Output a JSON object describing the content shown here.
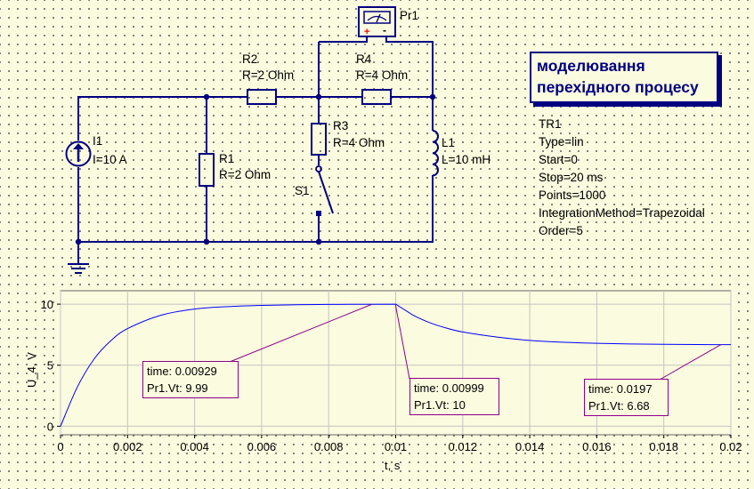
{
  "schematic": {
    "probe": {
      "name": "Pr1",
      "plus": "+",
      "minus": "-"
    },
    "components": {
      "I1": {
        "name": "I1",
        "value": "I=10 A"
      },
      "R1": {
        "name": "R1",
        "value": "R=2 Ohm"
      },
      "R2": {
        "name": "R2",
        "value": "R=2 Ohm"
      },
      "R3": {
        "name": "R3",
        "value": "R=4 Ohm"
      },
      "R4": {
        "name": "R4",
        "value": "R=4 Ohm"
      },
      "L1": {
        "name": "L1",
        "value": "L=10 mH"
      },
      "S1": {
        "name": "S1"
      }
    },
    "title_lines": [
      "моделювання",
      "перехідного процесу"
    ],
    "simulation": {
      "name": "TR1",
      "lines": [
        "Type=lin",
        "Start=0",
        "Stop=20 ms",
        "Points=1000",
        "IntegrationMethod=Trapezoidal",
        "Order=5"
      ]
    }
  },
  "chart_data": {
    "type": "line",
    "xlabel": "t, s",
    "ylabel": "U_4, V",
    "xlim": [
      0,
      0.02
    ],
    "ylim": [
      -0.7,
      11.1
    ],
    "x_ticks": [
      "0",
      "0.002",
      "0.004",
      "0.006",
      "0.008",
      "0.01",
      "0.012",
      "0.014",
      "0.016",
      "0.018",
      "0.02"
    ],
    "y_ticks": [
      "0",
      "5",
      "10"
    ],
    "grid": true,
    "series": [
      {
        "color": "#0000ff",
        "x": [
          0,
          0.0005,
          0.001,
          0.0015,
          0.002,
          0.003,
          0.004,
          0.005,
          0.006,
          0.007,
          0.008,
          0.009,
          0.01,
          0.0105,
          0.011,
          0.0115,
          0.012,
          0.013,
          0.014,
          0.015,
          0.016,
          0.017,
          0.018,
          0.019,
          0.02
        ],
        "y": [
          0,
          3.2,
          5.5,
          7.0,
          8.0,
          9.1,
          9.6,
          9.8,
          9.9,
          9.95,
          9.98,
          9.99,
          10.0,
          9.13,
          8.5,
          8.05,
          7.72,
          7.31,
          7.03,
          6.88,
          6.79,
          6.74,
          6.71,
          6.69,
          6.68
        ]
      }
    ],
    "markers": [
      {
        "time_label": "time: 0.00929",
        "value_label": "Pr1.Vt: 9.99",
        "x": 0.00929,
        "y": 9.99
      },
      {
        "time_label": "time: 0.00999",
        "value_label": "Pr1.Vt: 10",
        "x": 0.00999,
        "y": 10
      },
      {
        "time_label": "time: 0.0197",
        "value_label": "Pr1.Vt: 6.68",
        "x": 0.0197,
        "y": 6.68
      }
    ]
  }
}
